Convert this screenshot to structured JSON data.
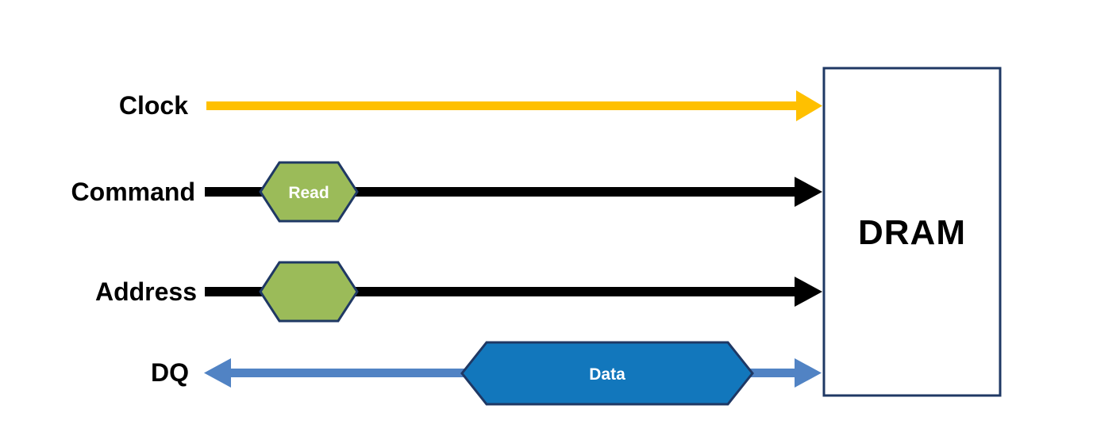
{
  "colors": {
    "background": "#FFFFFF",
    "clock_arrow": "#FFC000",
    "signal_black": "#000000",
    "hexagon_green": "#9BBB59",
    "hexagon_blue": "#1277BC",
    "dq_arrow_blue": "#5183C4",
    "outline_navy": "#1F3864",
    "label_black": "#000000",
    "hexagon_label_white": "#FFFFFF",
    "dram_fill": "#FFFFFF",
    "dram_text": "#000000"
  },
  "diagram": {
    "signals": [
      {
        "label": "Clock",
        "direction": "to-dram",
        "arrow_color": "#FFC000",
        "tag": null
      },
      {
        "label": "Command",
        "direction": "to-dram",
        "arrow_color": "#000000",
        "tag": "Read",
        "tag_fill": "#9BBB59"
      },
      {
        "label": "Address",
        "direction": "to-dram",
        "arrow_color": "#000000",
        "tag": "",
        "tag_fill": "#9BBB59"
      },
      {
        "label": "DQ",
        "direction": "bidirectional",
        "arrow_color": "#5183C4",
        "tag": "Data",
        "tag_fill": "#1277BC"
      }
    ],
    "target": {
      "label": "DRAM"
    }
  }
}
